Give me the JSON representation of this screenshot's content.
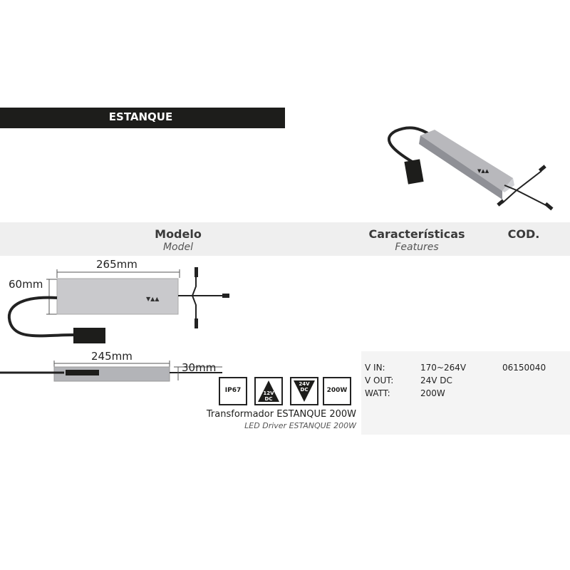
{
  "section_title": "ESTANQUE",
  "table_header": {
    "model": "Modelo",
    "model_en": "Model",
    "features": "Características",
    "features_en": "Features",
    "code": "COD."
  },
  "dimensions": {
    "length_top": "265mm",
    "height_top": "60mm",
    "length_side": "245mm",
    "height_side": "30mm"
  },
  "badges": [
    {
      "label": "IP67",
      "icon": "ip67-badge"
    },
    {
      "label": "12V DC",
      "line1": "12V",
      "line2": "DC",
      "icon": "triangle-up-12v-dc"
    },
    {
      "label": "24V DC",
      "line1": "24V",
      "line2": "DC",
      "icon": "triangle-down-24v-dc"
    },
    {
      "label": "200W",
      "icon": "power-badge"
    }
  ],
  "product": {
    "name": "Transformador ESTANQUE 200W",
    "name_en": "LED Driver ESTANQUE 200W"
  },
  "specs": [
    {
      "label": "V IN:",
      "value": "170~264V"
    },
    {
      "label": "V OUT:",
      "value": "24V DC"
    },
    {
      "label": "WATT:",
      "value": "200W"
    }
  ],
  "code": "06150040",
  "colors": {
    "title_bar": "#1d1d1b",
    "header_band": "#efefef",
    "spec_panel": "#f4f4f4"
  }
}
